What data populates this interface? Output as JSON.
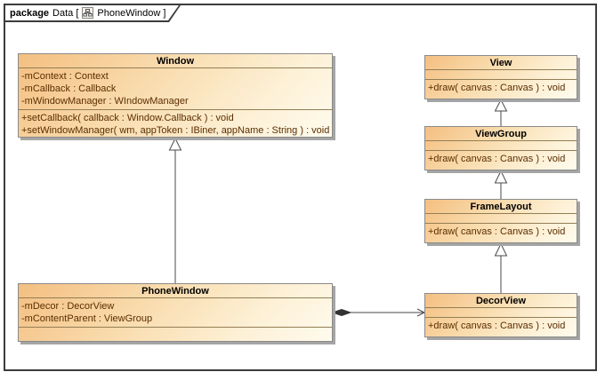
{
  "frame": {
    "keyword": "package",
    "context": "Data [",
    "title": "PhoneWindow ]",
    "icon": "class-diagram-icon"
  },
  "classes": {
    "window": {
      "name": "Window",
      "attributes": [
        "-mContext : Context",
        "-mCallback : Callback",
        "-mWindowManager : WIndowManager"
      ],
      "operations": [
        "+setCallback( callback : Window.Callback ) : void",
        "+setWindowManager( wm, appToken : IBiner, appName : String ) : void"
      ]
    },
    "view": {
      "name": "View",
      "attributes": [],
      "operations": [
        "+draw( canvas : Canvas ) : void"
      ]
    },
    "viewgroup": {
      "name": "ViewGroup",
      "attributes": [],
      "operations": [
        "+draw( canvas : Canvas ) : void"
      ]
    },
    "framelayout": {
      "name": "FrameLayout",
      "attributes": [],
      "operations": [
        "+draw( canvas : Canvas ) : void"
      ]
    },
    "phonewindow": {
      "name": "PhoneWindow",
      "attributes": [
        "-mDecor : DecorView",
        "-mContentParent : ViewGroup"
      ],
      "operations": []
    },
    "decorview": {
      "name": "DecorView",
      "attributes": [],
      "operations": [
        "+draw( canvas : Canvas ) : void"
      ]
    }
  },
  "relationships": [
    {
      "from": "PhoneWindow",
      "to": "Window",
      "type": "generalization"
    },
    {
      "from": "ViewGroup",
      "to": "View",
      "type": "generalization"
    },
    {
      "from": "FrameLayout",
      "to": "ViewGroup",
      "type": "generalization"
    },
    {
      "from": "DecorView",
      "to": "FrameLayout",
      "type": "generalization"
    },
    {
      "from": "PhoneWindow",
      "to": "DecorView",
      "type": "composition"
    }
  ],
  "colors": {
    "box_gradient_start": "#f4bf81",
    "box_gradient_end": "#fffbee",
    "box_border": "#8a8a8a",
    "member_text": "#5c2e00",
    "title_text": "#000000",
    "line": "#4a4a4a",
    "shadow": "#a5a5a5",
    "frame_border": "#3c3c3c"
  }
}
